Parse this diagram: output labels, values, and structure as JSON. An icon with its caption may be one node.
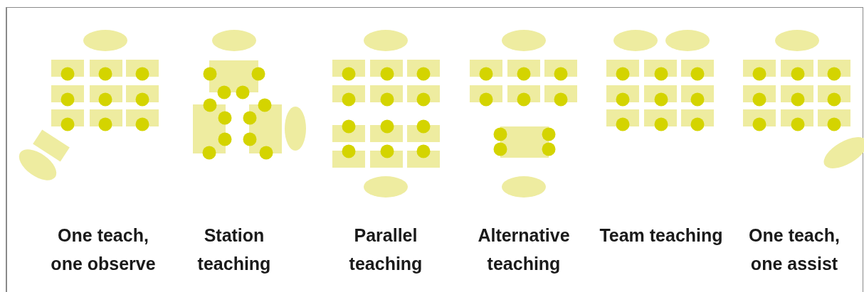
{
  "diagram": {
    "labels": [
      "One teach, one observe",
      "Station teaching",
      "Parallel teaching",
      "Alternative teaching",
      "Team teaching",
      "One teach, one assist"
    ]
  }
}
